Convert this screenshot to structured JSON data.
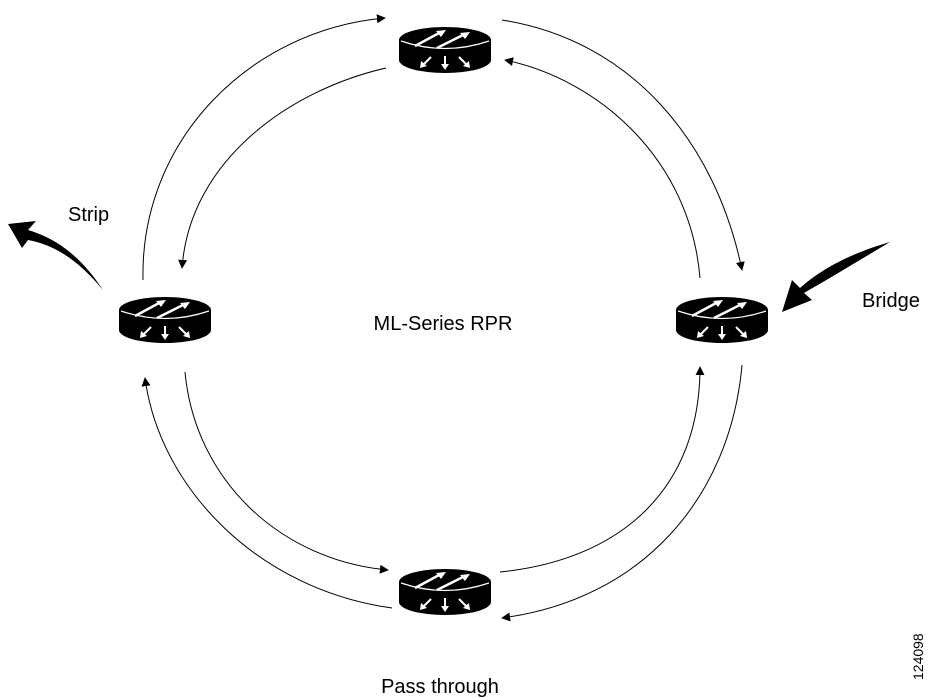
{
  "diagram": {
    "center_label": "ML-Series RPR",
    "labels": {
      "strip": "Strip",
      "bridge": "Bridge",
      "pass_through": "Pass through"
    },
    "figure_id": "124098"
  },
  "nodes": [
    {
      "id": "top",
      "icon": "router-icon"
    },
    {
      "id": "left",
      "icon": "router-icon"
    },
    {
      "id": "right",
      "icon": "router-icon"
    },
    {
      "id": "bottom",
      "icon": "router-icon"
    }
  ],
  "colors": {
    "foreground": "#000000",
    "background": "#ffffff",
    "icon_fill": "#000000",
    "icon_glyph": "#ffffff"
  }
}
